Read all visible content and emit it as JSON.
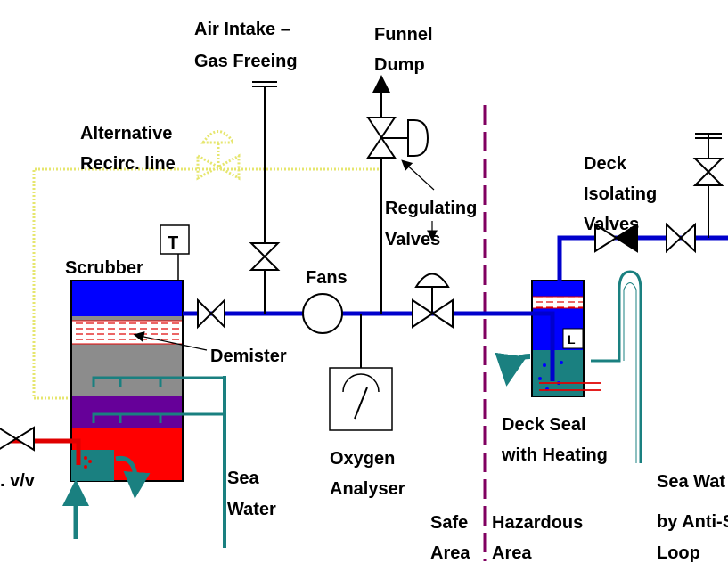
{
  "labels": {
    "air_intake_1": "Air Intake –",
    "air_intake_2": "Gas Freeing",
    "funnel_1": "Funnel",
    "funnel_2": "Dump",
    "alt_1": "Alternative",
    "alt_2": "Recirc. line",
    "regulating_1": "Regulating",
    "regulating_2": "Valves",
    "deck_iso_1": "Deck",
    "deck_iso_2": "Isolating",
    "deck_iso_3": "Valves",
    "scrubber": "Scrubber",
    "temp": "T",
    "fans": "Fans",
    "demister": "Demister",
    "level": "L",
    "deck_seal_1": "Deck Seal",
    "deck_seal_2": "with Heating",
    "oxygen_1": "Oxygen",
    "oxygen_2": "Analyser",
    "sea_water_1": "Sea",
    "sea_water_2": "Water",
    "sea_water_right_1": "Sea Wat",
    "sea_water_right_2": "by Anti-S",
    "sea_water_right_3": "Loop",
    "left_vv": ". v/v",
    "safe_1": "Safe",
    "safe_2": "Area",
    "hazardous_1": "Hazardous",
    "hazardous_2": "Area"
  },
  "colors": {
    "gas_line": "#0000cc",
    "sea_water": "#1a8080",
    "red_line": "#e00000",
    "purple": "#660099",
    "grey": "#8c8c8c",
    "alt_line": "#e6e66e",
    "divider": "#800060"
  }
}
